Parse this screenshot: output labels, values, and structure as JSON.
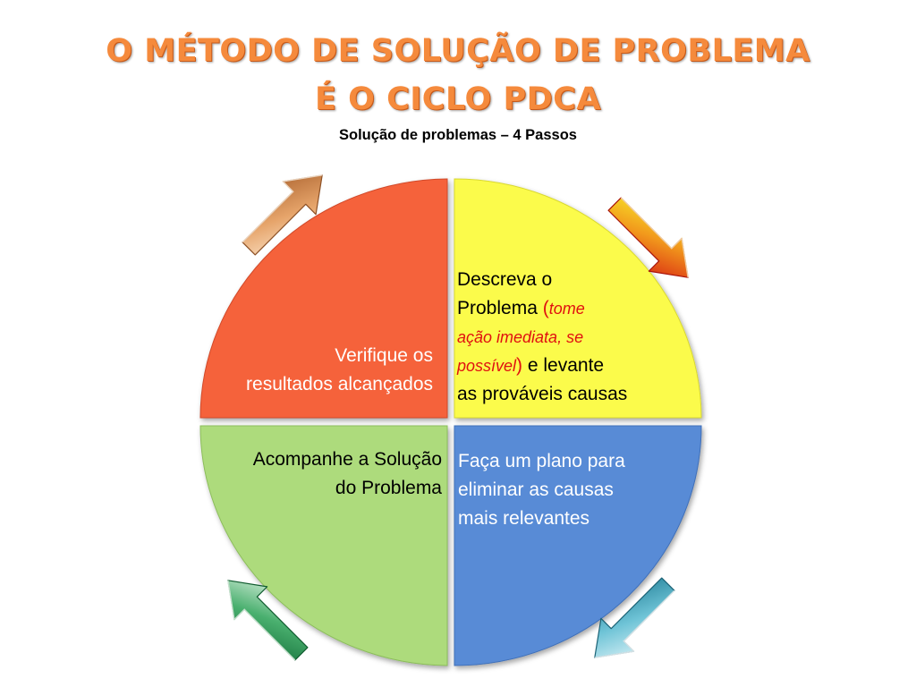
{
  "title_line1": "O MÉTODO DE SOLUÇÃO DE PROBLEMA",
  "title_line2": "É O CICLO PDCA",
  "subtitle": "Solução de problemas – 4 Passos",
  "colors": {
    "title": "#f58a3c",
    "check_quadrant": "#f5623a",
    "plan_quadrant": "#fbfb4c",
    "act_quadrant": "#addb7b",
    "do_quadrant": "#588bd6"
  },
  "quadrants": {
    "top_left": {
      "line1": "Verifique os",
      "line2": "resultados alcançados"
    },
    "top_right": {
      "line1": "Descreva o",
      "line2_a": "Problema ",
      "line2_b": "(",
      "line2_c": "tome",
      "line3": "ação imediata, se",
      "line4_a": "possível",
      "line4_b": ")",
      "line4_c": " e levante",
      "line5": "as prováveis causas"
    },
    "bottom_left": {
      "line1": "Acompanhe a Solução",
      "line2": "do Problema"
    },
    "bottom_right": {
      "line1": "Faça um plano para",
      "line2": "eliminar as causas",
      "line3": "mais relevantes"
    }
  },
  "arrows": [
    "arrow-up-right-icon",
    "arrow-down-right-icon",
    "arrow-down-left-icon",
    "arrow-up-left-icon"
  ]
}
